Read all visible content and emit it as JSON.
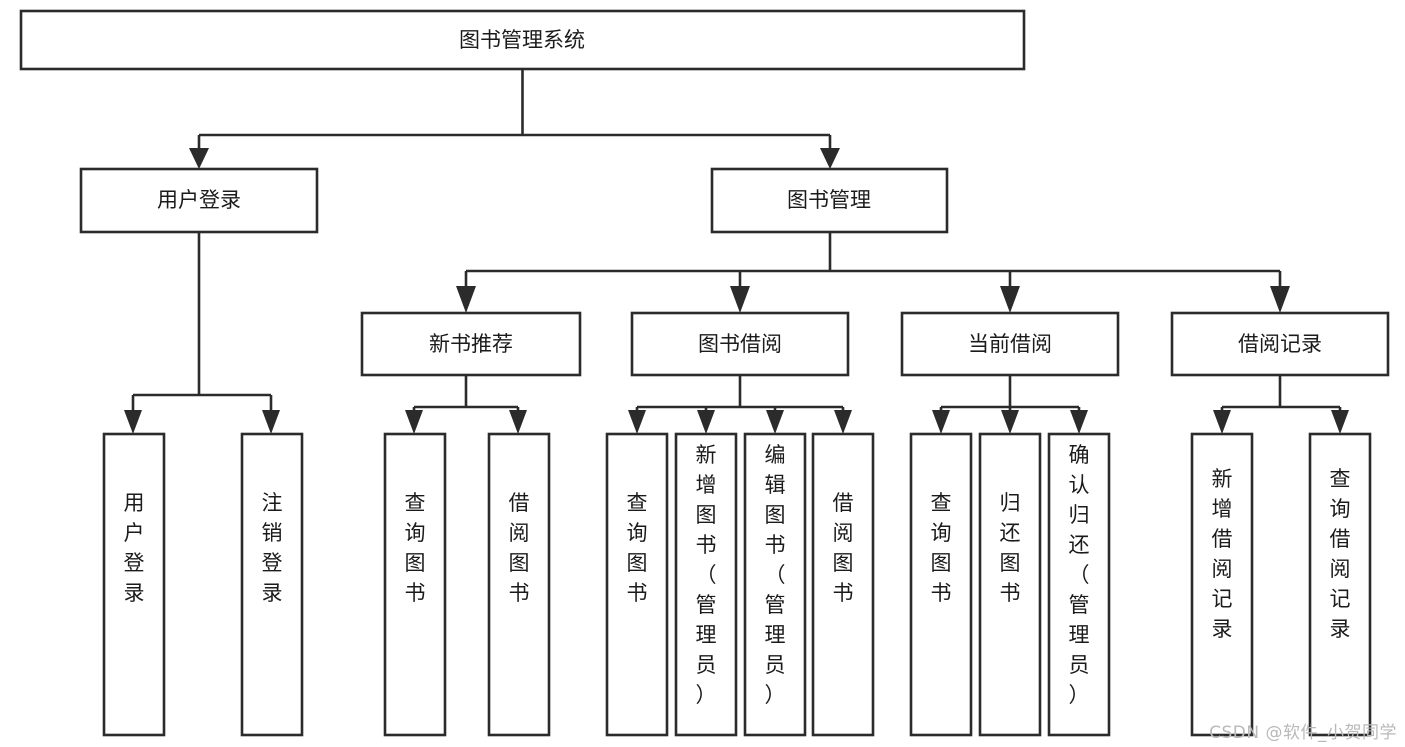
{
  "diagram": {
    "type": "tree",
    "title": "图书管理系统",
    "watermark": "CSDN @软件_小贺同学",
    "colors": {
      "stroke": "#2b2b2b",
      "fill": "#ffffff",
      "text": "#1b1b1b",
      "watermark": "#b9b9b9",
      "background": "#ffffff"
    },
    "nodes": {
      "root": {
        "label": "图书管理系统",
        "orientation": "horizontal"
      },
      "l2": [
        {
          "label": "用户登录",
          "orientation": "horizontal"
        },
        {
          "label": "图书管理",
          "orientation": "horizontal"
        }
      ],
      "l3": [
        {
          "label": "新书推荐",
          "orientation": "horizontal"
        },
        {
          "label": "图书借阅",
          "orientation": "horizontal"
        },
        {
          "label": "当前借阅",
          "orientation": "horizontal"
        },
        {
          "label": "借阅记录",
          "orientation": "horizontal"
        }
      ],
      "leaves": {
        "user_login": [
          {
            "label": "用户登录",
            "orientation": "vertical"
          },
          {
            "label": "注销登录",
            "orientation": "vertical"
          }
        ],
        "new_book_recommend": [
          {
            "label": "查询图书",
            "orientation": "vertical"
          },
          {
            "label": "借阅图书",
            "orientation": "vertical"
          }
        ],
        "book_borrow": [
          {
            "label": "查询图书",
            "orientation": "vertical"
          },
          {
            "label": "新增图书（管理员）",
            "orientation": "vertical"
          },
          {
            "label": "编辑图书（管理员）",
            "orientation": "vertical"
          },
          {
            "label": "借阅图书",
            "orientation": "vertical"
          }
        ],
        "current_borrow": [
          {
            "label": "查询图书",
            "orientation": "vertical"
          },
          {
            "label": "归还图书",
            "orientation": "vertical"
          },
          {
            "label": "确认归还（管理员）",
            "orientation": "vertical"
          }
        ],
        "borrow_record": [
          {
            "label": "新增借阅记录",
            "orientation": "vertical"
          },
          {
            "label": "查询借阅记录",
            "orientation": "vertical"
          }
        ]
      }
    }
  }
}
